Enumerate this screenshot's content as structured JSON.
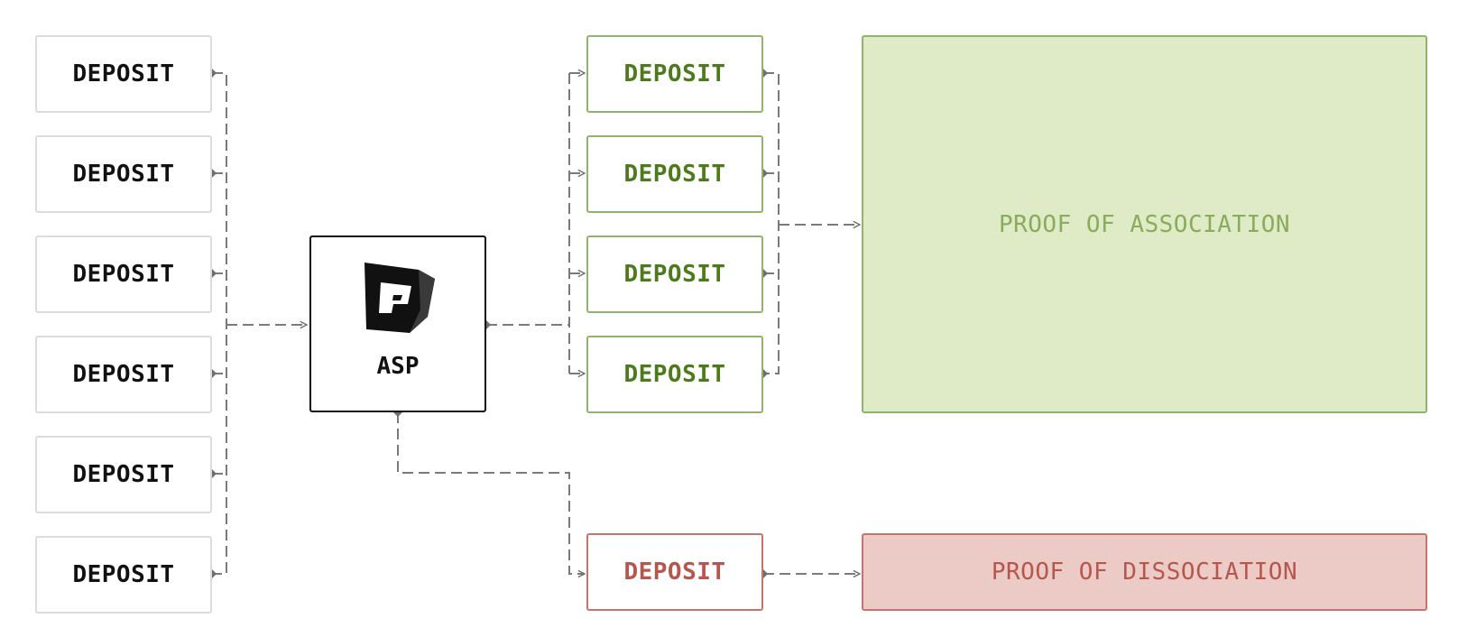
{
  "left_deposits": [
    "DEPOSIT",
    "DEPOSIT",
    "DEPOSIT",
    "DEPOSIT",
    "DEPOSIT",
    "DEPOSIT"
  ],
  "asp": {
    "label": "ASP",
    "logo_icon": "asp-logo-icon"
  },
  "approved_deposits": [
    "DEPOSIT",
    "DEPOSIT",
    "DEPOSIT",
    "DEPOSIT"
  ],
  "rejected_deposit": "DEPOSIT",
  "proof_of_association": "PROOF OF ASSOCIATION",
  "proof_of_dissociation": "PROOF OF DISSOCIATION",
  "colors": {
    "approved_text": "#4d7a1c",
    "approved_fill": "#dfebc6",
    "rejected_text": "#b5574c",
    "rejected_fill": "#eccac5",
    "connector": "#6e6e6e"
  }
}
